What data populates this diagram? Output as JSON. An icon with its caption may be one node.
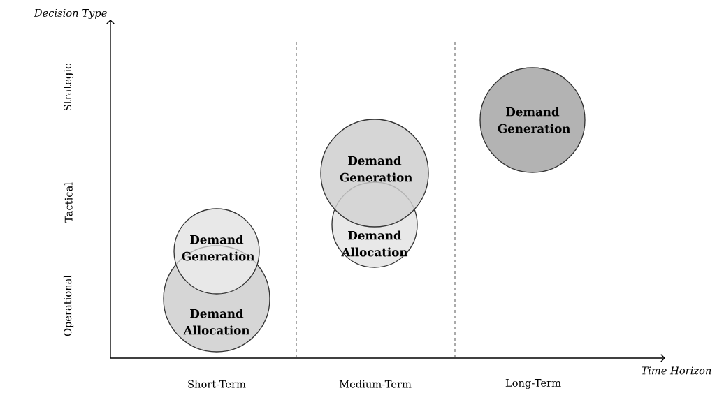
{
  "diagram": {
    "nodes": [
      {
        "text": [
          "Demand Generation"
        ]
      },
      {
        "text": [
          "Demand Allocation"
        ]
      },
      {
        "text": [
          "Demand Generation"
        ]
      },
      {
        "text": [
          "Demand Allocation"
        ]
      },
      {
        "text": [
          "Demand Generation"
        ]
      }
    ],
    "labels": [
      "Decision Type",
      "Strategic",
      "Tactical",
      "Operational",
      "Time Horizon",
      "Short-Term",
      "Medium-Term",
      "Long-Term"
    ]
  }
}
